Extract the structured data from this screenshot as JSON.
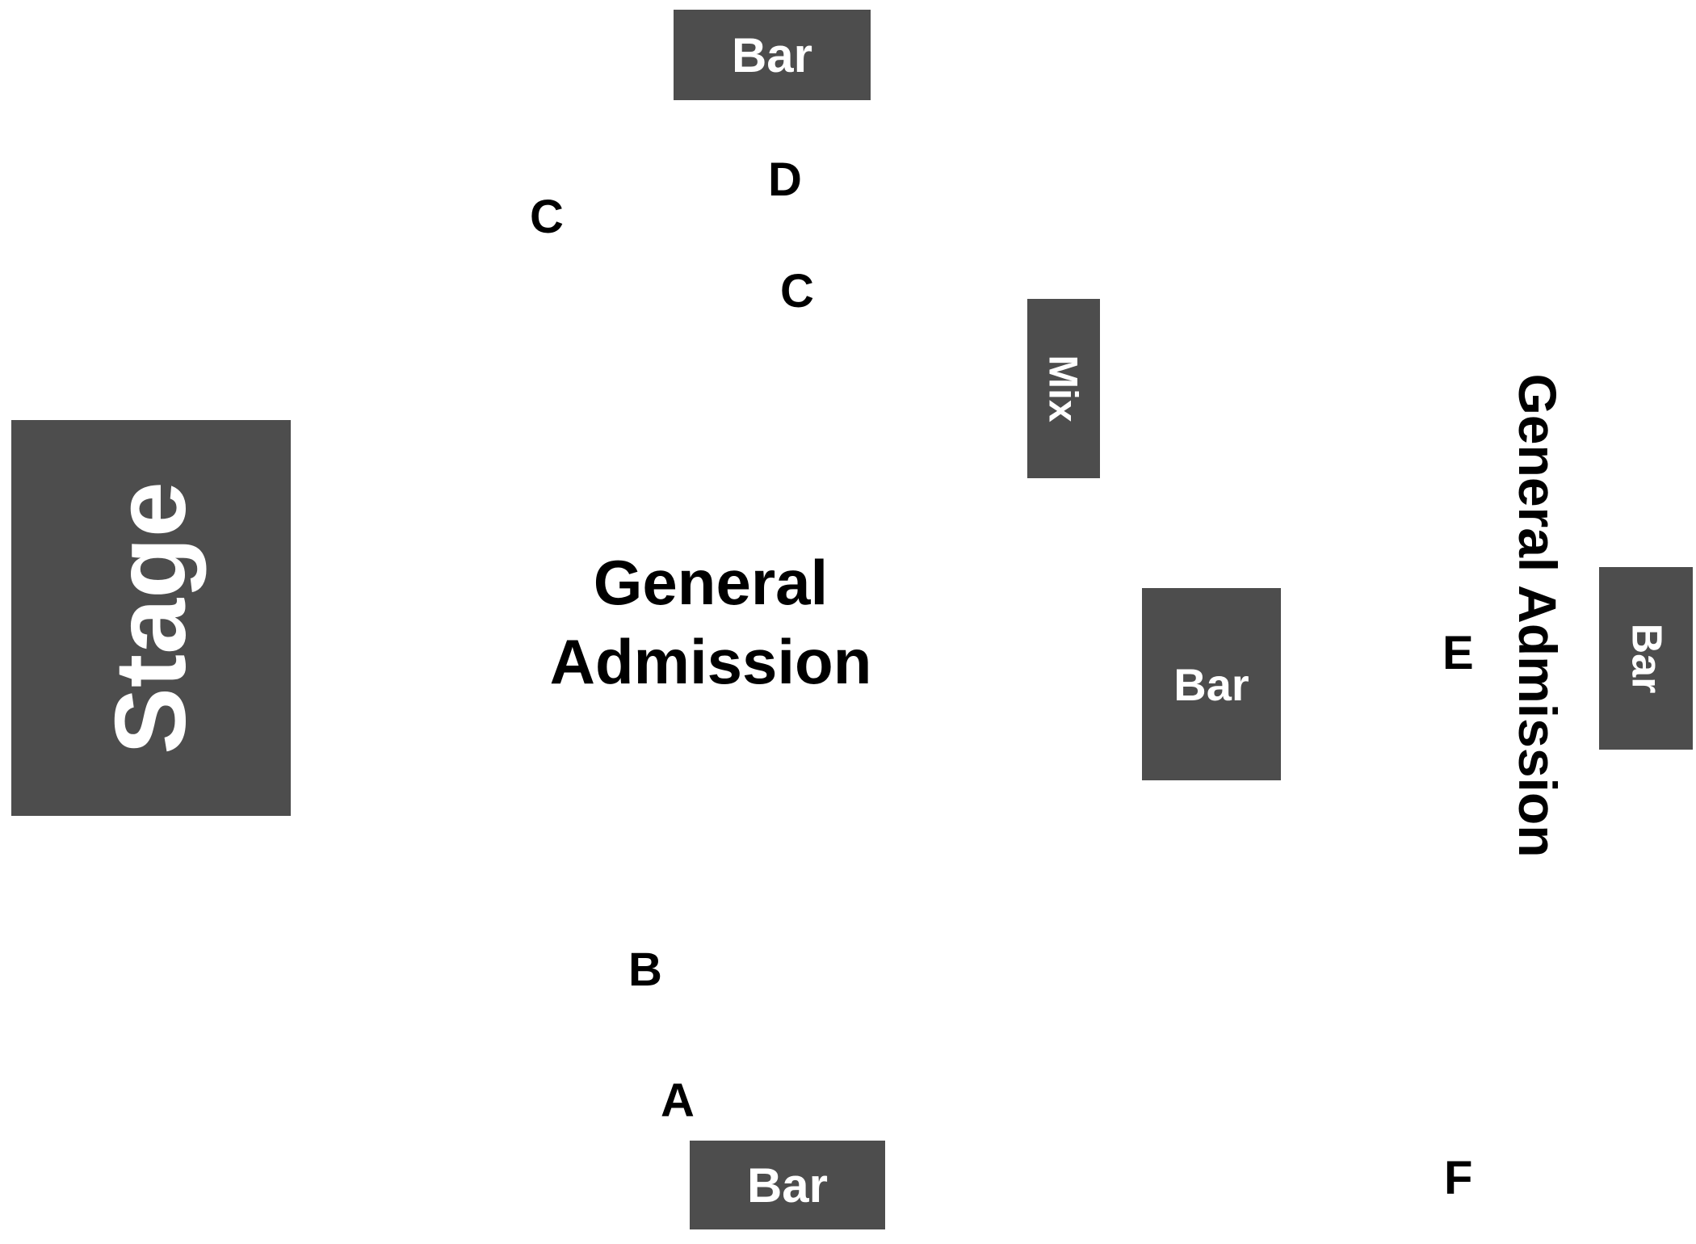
{
  "map": {
    "stage": "Stage",
    "mix": "Mix",
    "bars": {
      "top": "Bar",
      "center_right": "Bar",
      "far_right": "Bar",
      "bottom": "Bar"
    },
    "general_admission": {
      "center_line1": "General",
      "center_line2": "Admission",
      "right": "General Admission"
    },
    "sections": {
      "c_left": "C",
      "d": "D",
      "c_center": "C",
      "b": "B",
      "a": "A",
      "e": "E",
      "f": "F"
    }
  },
  "colors": {
    "block_fill": "#4d4d4d",
    "block_text": "#ffffff",
    "label_text": "#000000",
    "background": "#ffffff"
  }
}
